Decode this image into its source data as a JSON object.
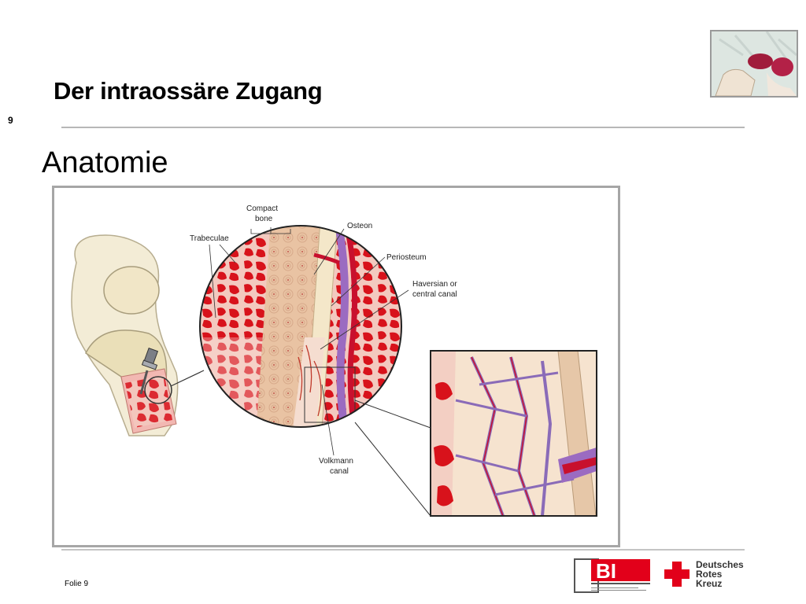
{
  "slide": {
    "title": "Der intraossäre Zugang",
    "number": "9",
    "subtitle": "Anatomie",
    "footer": "Folie 9"
  },
  "figure": {
    "labels": {
      "compact_bone_line1": "Compact",
      "compact_bone_line2": "bone",
      "trabeculae": "Trabeculae",
      "osteon": "Osteon",
      "periosteum": "Periosteum",
      "haversian_line1": "Haversian or",
      "haversian_line2": "central canal",
      "volkmann_line1": "Volkmann",
      "volkmann_line2": "canal"
    }
  },
  "logos": {
    "bi": "BI",
    "drk_line1": "Deutsches",
    "drk_line2": "Rotes",
    "drk_line3": "Kreuz"
  },
  "colors": {
    "accent_red": "#e2001a",
    "rule_gray": "#b7b7b7",
    "bone_tan": "#e8c9a6",
    "vessel_red": "#c8102e",
    "vessel_purple": "#8a6bb8"
  }
}
